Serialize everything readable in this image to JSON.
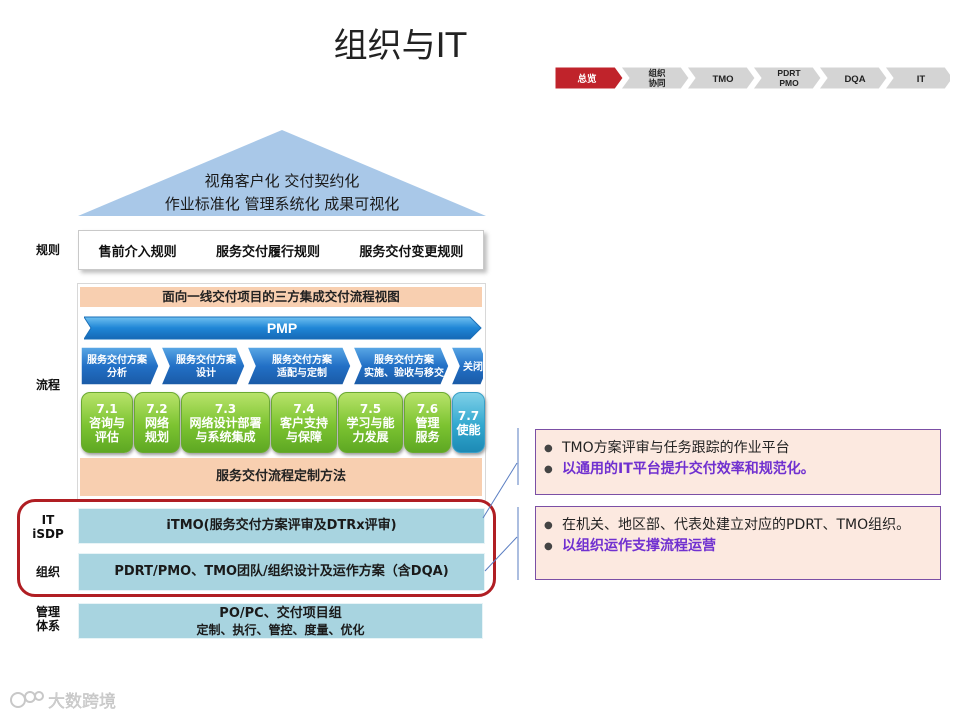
{
  "title": "组织与IT",
  "nav": {
    "items": [
      {
        "lines": [
          "总览"
        ],
        "active": true
      },
      {
        "lines": [
          "组织",
          "协同"
        ],
        "active": false
      },
      {
        "lines": [
          "TMO"
        ],
        "active": false
      },
      {
        "lines": [
          "PDRT",
          "PMO"
        ],
        "active": false
      },
      {
        "lines": [
          "DQA"
        ],
        "active": false
      },
      {
        "lines": [
          "IT"
        ],
        "active": false
      }
    ],
    "active_color": "#c0232b",
    "inactive_color": "#d4d4d4"
  },
  "roof": {
    "line1": "视角客户化  交付契约化",
    "line2": "作业标准化   管理系统化  成果可视化",
    "color": "#a9c8e8"
  },
  "labels": {
    "rules": "规则",
    "process": "流程",
    "it_line1": "IT",
    "it_line2": "iSDP",
    "org": "组织",
    "mgmt_line1": "管理",
    "mgmt_line2": "体系"
  },
  "rules": [
    "售前介入规则",
    "服务交付履行规则",
    "服务交付变更规则"
  ],
  "flow_title": "面向一线交付项目的三方集成交付流程视图",
  "pmp": "PMP",
  "stages": [
    {
      "lines": [
        "服务交付方案",
        "分析"
      ]
    },
    {
      "lines": [
        "服务交付方案",
        "设计"
      ]
    },
    {
      "lines": [
        "服务交付方案",
        "适配与定制"
      ]
    },
    {
      "lines": [
        "服务交付方案",
        "实施、验收与移交"
      ]
    },
    {
      "lines": [
        "关闭"
      ]
    }
  ],
  "modules": [
    {
      "num": "7.1",
      "lines": [
        "咨询与",
        "评估"
      ]
    },
    {
      "num": "7.2",
      "lines": [
        "网络",
        "规划"
      ]
    },
    {
      "num": "7.3",
      "lines": [
        "网络设计部署",
        "与系统集成"
      ]
    },
    {
      "num": "7.4",
      "lines": [
        "客户支持",
        "与保障"
      ]
    },
    {
      "num": "7.5",
      "lines": [
        "学习与能",
        "力发展"
      ]
    },
    {
      "num": "7.6",
      "lines": [
        "管理",
        "服务"
      ]
    },
    {
      "num": "7.7",
      "lines": [
        "使能"
      ]
    }
  ],
  "method": "服务交付流程定制方法",
  "itmo": "iTMO(服务交付方案评审及DTRx评审)",
  "org_bar": "PDRT/PMO、TMO团队/组织设计及运作方案（含DQA)",
  "mgmt_bar": {
    "line1": "PO/PC、交付项目组",
    "line2": "定制、执行、管控、度量、优化"
  },
  "callouts": [
    {
      "items": [
        {
          "text": "TMO方案评审与任务跟踪的作业平台",
          "highlight": false
        },
        {
          "text": "以通用的IT平台提升交付效率和规范化。",
          "highlight": true
        }
      ]
    },
    {
      "items": [
        {
          "text": "在机关、地区部、代表处建立对应的PDRT、TMO组织。",
          "highlight": false
        },
        {
          "text": "以组织运作支撑流程运营",
          "highlight": true
        }
      ]
    }
  ],
  "watermark": "大数跨境"
}
